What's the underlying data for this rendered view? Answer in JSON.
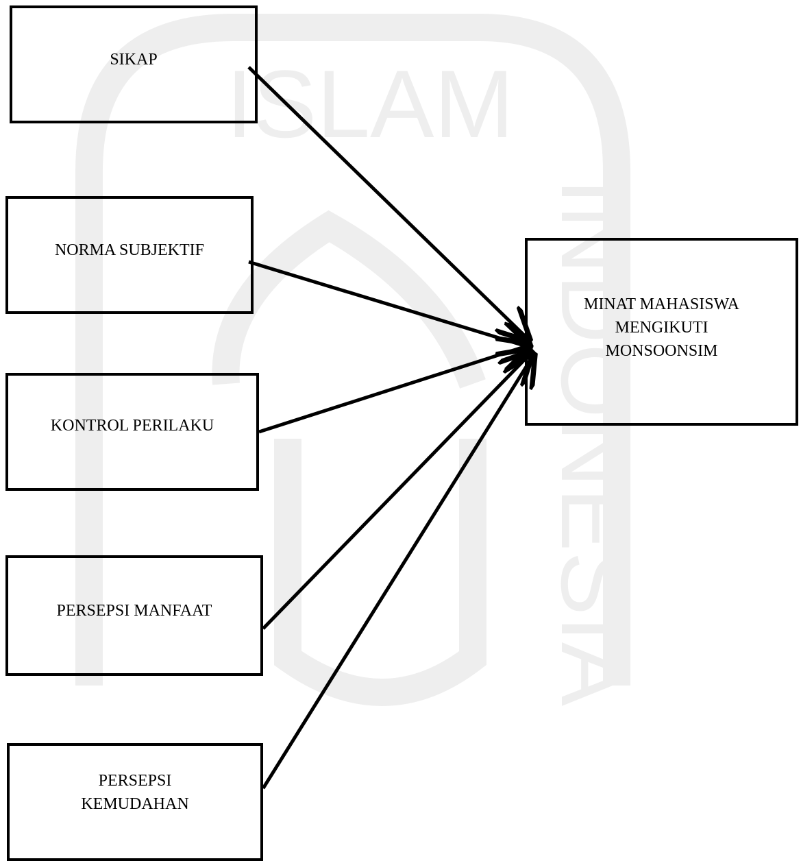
{
  "nodes": {
    "sikap": "SIKAP",
    "norma_subjektif": "NORMA SUBJEKTIF",
    "kontrol_perilaku": "KONTROL PERILAKU",
    "persepsi_manfaat": "PERSEPSI MANFAAT",
    "persepsi_kemudahan": "PERSEPSI\nKEMUDAHAN",
    "minat": "MINAT MAHASISWA\nMENGIKUTI\nMONSOONSIM"
  },
  "edges": [
    {
      "from": "SIKAP",
      "to": "MINAT MAHASISWA MENGIKUTI MONSOONSIM"
    },
    {
      "from": "NORMA SUBJEKTIF",
      "to": "MINAT MAHASISWA MENGIKUTI MONSOONSIM"
    },
    {
      "from": "KONTROL PERILAKU",
      "to": "MINAT MAHASISWA MENGIKUTI MONSOONSIM"
    },
    {
      "from": "PERSEPSI MANFAAT",
      "to": "MINAT MAHASISWA MENGIKUTI MONSOONSIM"
    },
    {
      "from": "PERSEPSI KEMUDAHAN",
      "to": "MINAT MAHASISWA MENGIKUTI MONSOONSIM"
    }
  ],
  "watermark": {
    "text_top": "ISLAM",
    "text_right": "INDONESIA",
    "color": "#eeeeee"
  },
  "colors": {
    "line": "#000000",
    "background": "#ffffff"
  }
}
